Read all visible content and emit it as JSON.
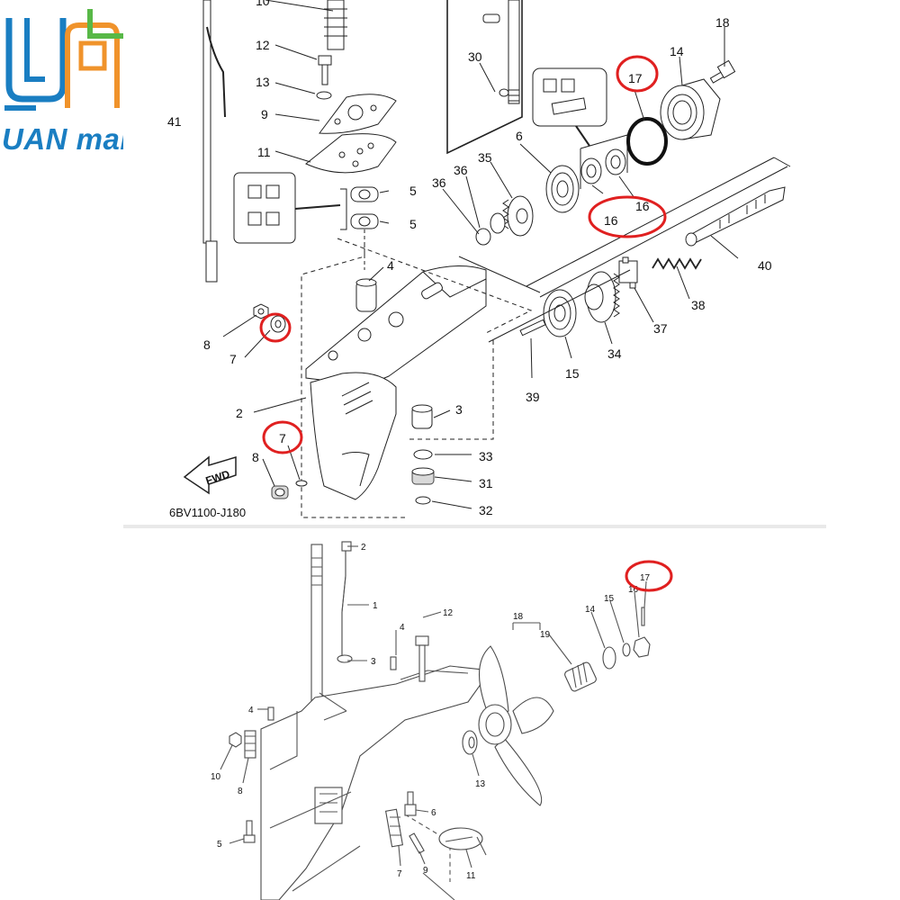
{
  "logo": {
    "brand": "UAN marine",
    "brand_part1": "UAN",
    "brand_part2": "marine",
    "colors": {
      "blue": "#1a7ec2",
      "green": "#58b847",
      "orange": "#f0932b"
    }
  },
  "top_diagram": {
    "caption": "6BV1100-J180",
    "fwd_label": "FWD",
    "highlight_color": "#e02020",
    "callouts": [
      "10",
      "12",
      "13",
      "9",
      "11",
      "41",
      "5",
      "5",
      "4",
      "8",
      "7",
      "2",
      "7",
      "8",
      "30",
      "17",
      "14",
      "18",
      "6",
      "16",
      "16",
      "35",
      "36",
      "36",
      "40",
      "38",
      "37",
      "34",
      "15",
      "39",
      "3",
      "33",
      "31",
      "32"
    ]
  },
  "bottom_diagram": {
    "highlight_color": "#e02020",
    "callouts": [
      "2",
      "1",
      "12",
      "4",
      "3",
      "4",
      "10",
      "8",
      "5",
      "6",
      "9",
      "7",
      "11",
      "13",
      "18",
      "19",
      "14",
      "15",
      "16",
      "17"
    ]
  }
}
